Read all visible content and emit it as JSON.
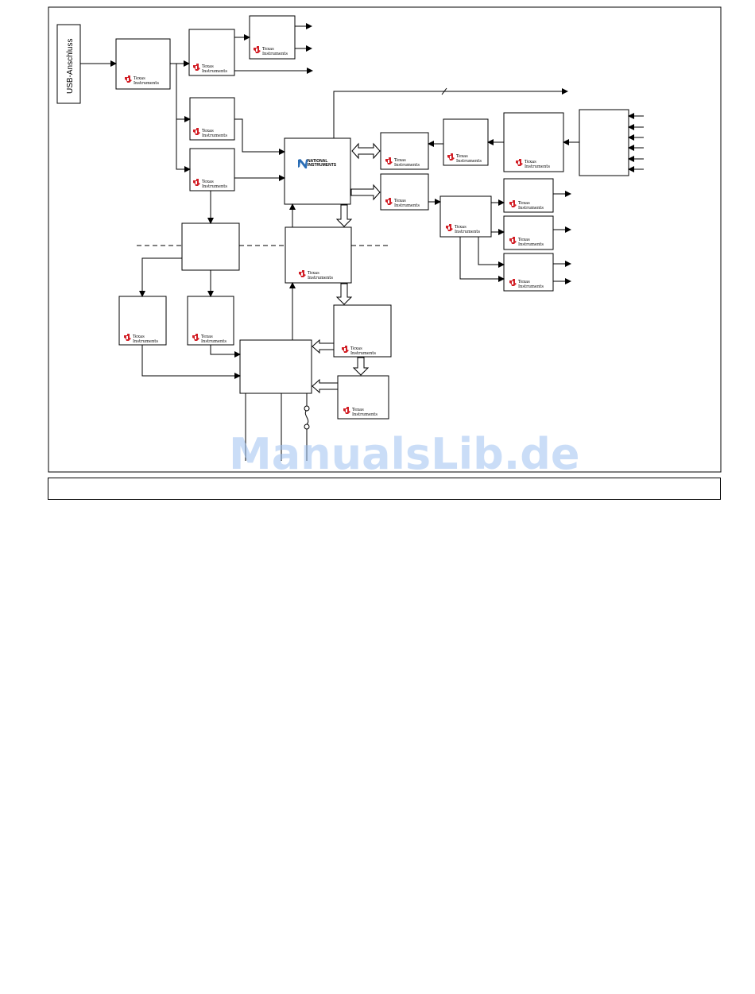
{
  "usb_port_label": "USB-Anschluss",
  "logos": {
    "ti_line1": "Texas",
    "ti_line2": "Instruments",
    "ni_line1": "NATIONAL",
    "ni_line2": "INSTRUMENTS"
  },
  "caption": "",
  "watermark": "ManualsLib.de",
  "colors": {
    "ti_red": "#d21f26",
    "ni_blue": "#2a6db5",
    "watermark_blue": "#9fc2f2",
    "line": "#000000"
  }
}
